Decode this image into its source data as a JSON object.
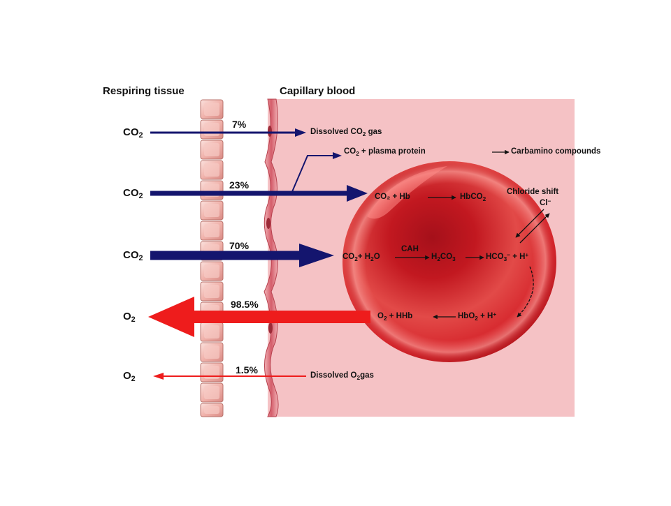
{
  "headers": {
    "tissue": "Respiring tissue",
    "blood": "Capillary blood"
  },
  "gases": {
    "co2_a": {
      "base": "CO",
      "sub": "2"
    },
    "co2_b": {
      "base": "CO",
      "sub": "2"
    },
    "co2_c": {
      "base": "CO",
      "sub": "2"
    },
    "o2_a": {
      "base": "O",
      "sub": "2"
    },
    "o2_b": {
      "base": "O",
      "sub": "2"
    }
  },
  "percentages": {
    "co2_dissolved": "7%",
    "co2_carbamino": "23%",
    "co2_bicarbonate": "70%",
    "o2_hemoglobin": "98.5%",
    "o2_dissolved": "1.5%"
  },
  "labels": {
    "dissolved_co2": {
      "a": "Dissolved CO",
      "sub": "2",
      "b": " gas"
    },
    "carbamino": {
      "a": "CO",
      "sub": "2",
      "b": " + plasma protein",
      "c": "Carbamino compounds"
    },
    "hb_reaction": {
      "left": "CO₂ + Hb",
      "right": "HbCO",
      "right_sub": "2"
    },
    "chloride_shift": "Chloride shift",
    "chloride_ion": {
      "base": "Cl",
      "sup": "−"
    },
    "cah": "CAH",
    "carbonic": {
      "r1": "CO",
      "r1_sub": "2",
      "r1_b": "+ H",
      "r1_sub2": "2",
      "r1_c": "O",
      "r2": "H",
      "r2_sub": "2",
      "r2_b": "CO",
      "r2_sub2": "3",
      "r3": "HCO",
      "r3_sub": "3",
      "r3_sup": "−",
      "r3_b": " + H",
      "r3_sup2": "+"
    },
    "oxy_reaction": {
      "left": "O",
      "left_sub": "2",
      "left_b": " + HHb",
      "right": "HbO",
      "right_sub": "2",
      "right_b": " + H",
      "right_sup": "+"
    },
    "dissolved_o2": {
      "a": "Dissolved O",
      "sub": "2",
      "b": "gas"
    }
  },
  "colors": {
    "co2_arrow": "#14156e",
    "o2_arrow": "#ee1c1c",
    "plasma": "#f5c2c5",
    "cell_fill": "#efa9a3",
    "capillary_wall": "#c9505e",
    "rbc": "#d8202a",
    "rbc_highlight": "#ff8a86"
  }
}
